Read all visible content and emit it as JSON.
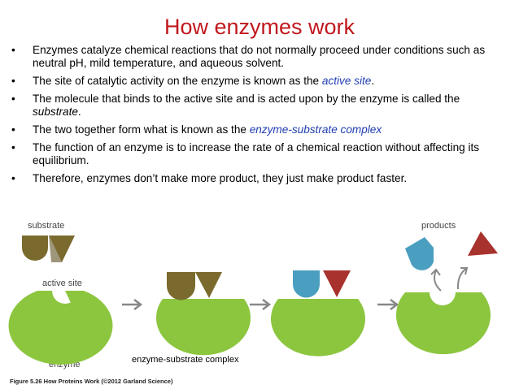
{
  "title": "How enzymes work",
  "bullets": [
    {
      "pre": "Enzymes catalyze chemical reactions that do not normally proceed under conditions such as neutral pH, mild temperature, and aqueous solvent.",
      "em": "",
      "post": ""
    },
    {
      "pre": "The site of catalytic activity on the enzyme is known as the ",
      "em": "active site",
      "post": "."
    },
    {
      "pre": "The molecule that binds to the active site and is acted upon by the enzyme is called the ",
      "em": "substrate",
      "post": "."
    },
    {
      "pre": "The two together form what is known as the ",
      "em": "enzyme-substrate complex",
      "post": ""
    },
    {
      "pre": "The function of an enzyme is to increase the rate of a chemical reaction without affecting its equilibrium.",
      "em": "",
      "post": ""
    },
    {
      "pre": "Therefore, enzymes don’t make more product, they just make product faster.",
      "em": "",
      "post": ""
    }
  ],
  "figure": {
    "substrate_label": "substrate",
    "active_site_label": "active site",
    "enzyme_label": "enzyme",
    "products_label": "products",
    "complex_label": "enzyme-substrate complex",
    "credit": "Figure 5.26 How Proteins Work (©2012 Garland Science)"
  },
  "colors": {
    "title": "#c0181e",
    "highlight": "#1f3db0",
    "enzyme": "#8cc63f",
    "substrate": "#7a6a2e",
    "product_blue": "#4a9ec0",
    "product_red": "#a8322d"
  }
}
